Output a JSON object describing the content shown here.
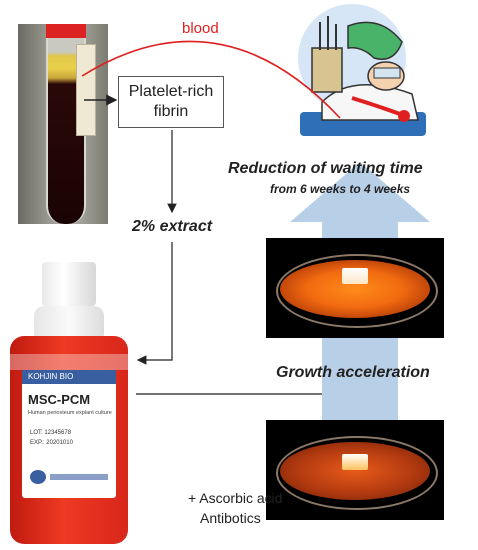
{
  "labels": {
    "blood": "blood",
    "platelet_rich_fibrin_line1": "Platelet-rich",
    "platelet_rich_fibrin_line2": "fibrin",
    "extract": "2% extract",
    "waiting_title": "Reduction of waiting time",
    "waiting_subtitle": "from 6 weeks to 4 weeks",
    "growth": "Growth acceleration",
    "additive_line1": "+ Ascorbic acid",
    "additive_line2": "Antibotics"
  },
  "bottle_label": {
    "brand": "KOHJIN BIO",
    "product": "MSC-PCM",
    "subtitle": "Human periosteum explant culture",
    "lot": "LOT:    12345678",
    "exp": "EXP.:   20201010"
  },
  "colors": {
    "blood_line": "#e02020",
    "big_arrow": "#b8cfe8",
    "connector": "#222222"
  },
  "icons": {
    "patient": "blood-donation-patient-illustration",
    "tube": "blood-collection-tube-photo",
    "bottle": "culture-medium-bottle-photo",
    "dish": "petri-dish-explant-photo"
  }
}
